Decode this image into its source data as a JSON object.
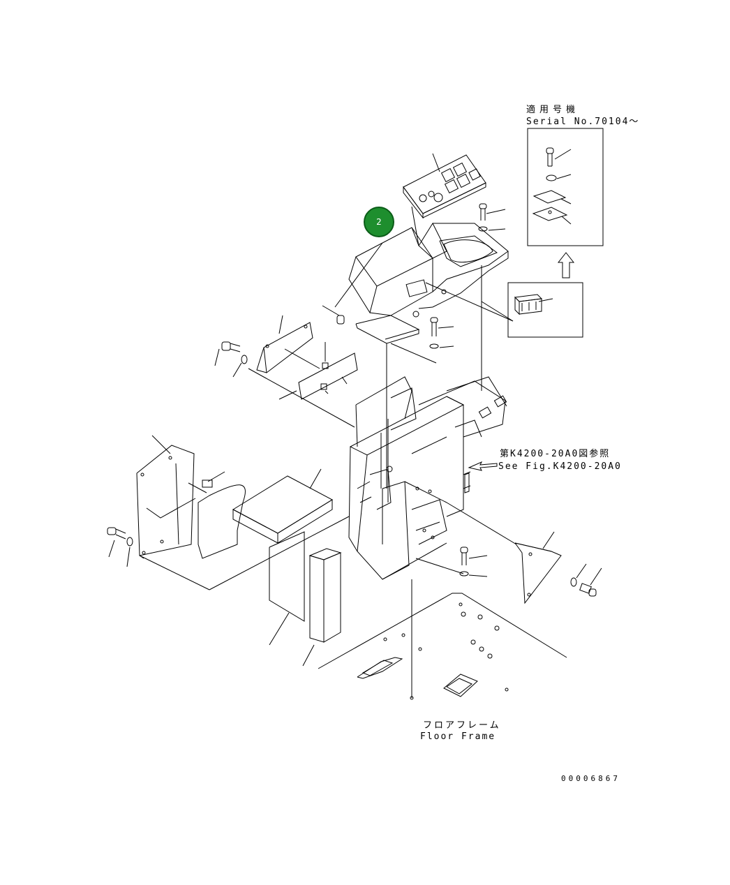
{
  "serial_note": {
    "jp": "適用号機",
    "en": "Serial No.70104～"
  },
  "ref_note": {
    "jp": "第K4200-20A0図参照",
    "en": "See Fig.K4200-20A0"
  },
  "floor_frame": {
    "jp": "フロアフレーム",
    "en": "Floor Frame"
  },
  "callout": {
    "number": "2"
  },
  "drawing_number": "00006867",
  "colors": {
    "callout_fill": "#1e8e2e",
    "line": "#000000"
  }
}
